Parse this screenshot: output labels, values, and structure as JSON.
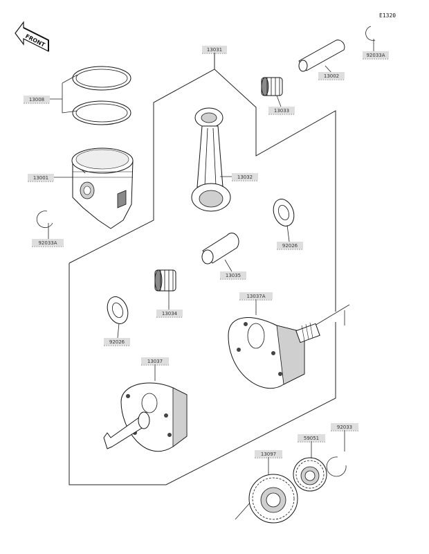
{
  "page": {
    "figure_code": "E1320",
    "front_label": "FRONT"
  },
  "labels": {
    "p13031": "13031",
    "p13008": "13008",
    "p92033A_top": "92033A",
    "p13002": "13002",
    "p13033": "13033",
    "p13001": "13001",
    "p13032": "13032",
    "p92033A_left": "92033A",
    "p92026_right": "92026",
    "p13035": "13035",
    "p13034": "13034",
    "p13037A": "13037A",
    "p92026_left": "92026",
    "p13037": "13037",
    "p59051": "59051",
    "p92033": "92033",
    "p13097": "13097"
  },
  "colors": {
    "label_bg": "#dedede",
    "line": "#222222"
  }
}
